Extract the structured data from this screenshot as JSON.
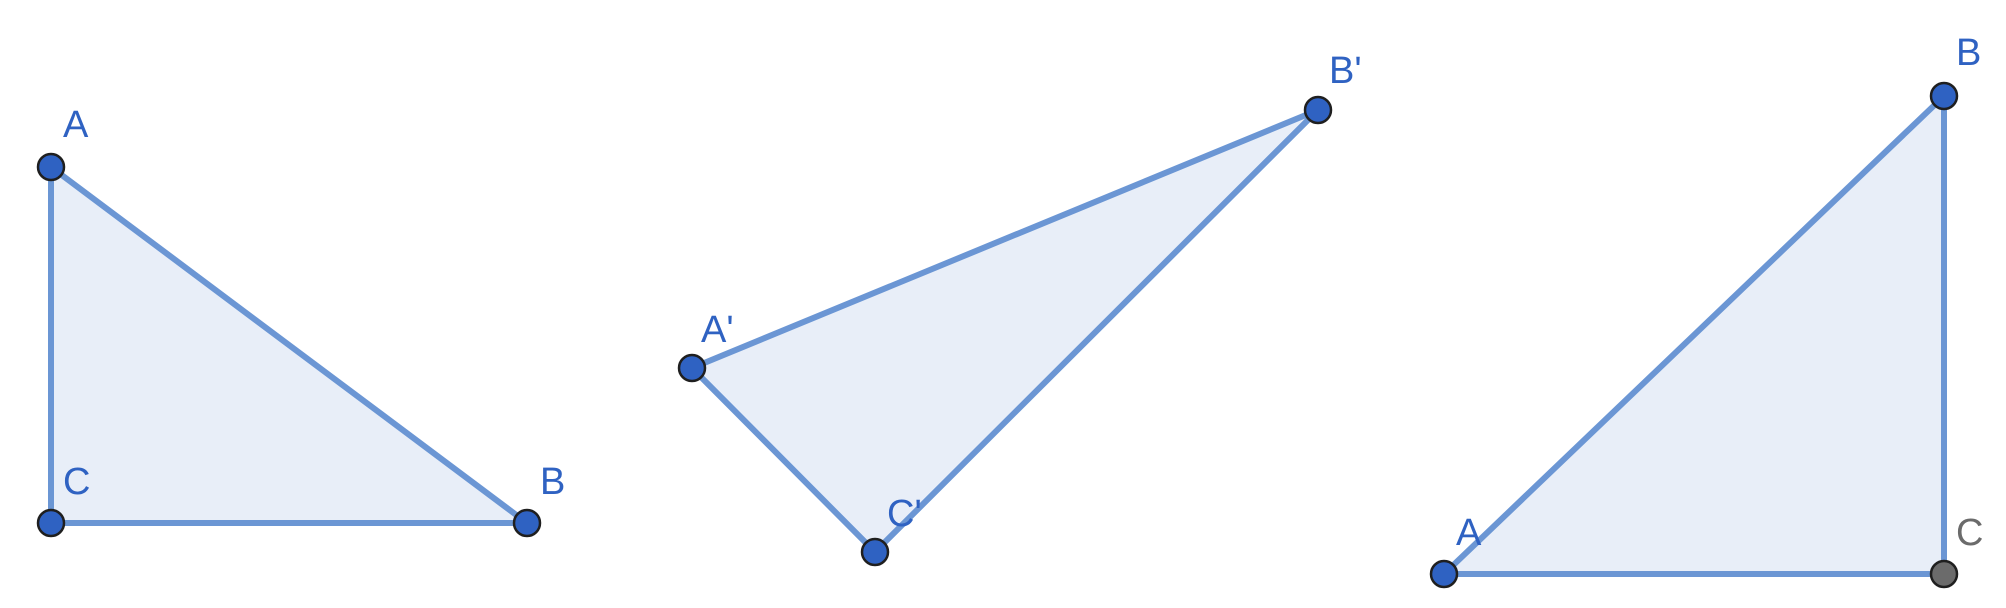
{
  "colors": {
    "edge": "#6b96d4",
    "fill": "#e8eef8",
    "point": "#2f62c2",
    "point_special": "#6b6b6b",
    "label": "#2f62c2",
    "label_special": "#6b6b6b"
  },
  "figures": [
    {
      "labels": {
        "a": "A",
        "b": "B",
        "c": "C"
      }
    },
    {
      "labels": {
        "a": "A'",
        "b": "B'",
        "c": "C'"
      }
    },
    {
      "labels": {
        "a": "A",
        "b": "B",
        "c": "C"
      },
      "special_point": "c"
    }
  ]
}
